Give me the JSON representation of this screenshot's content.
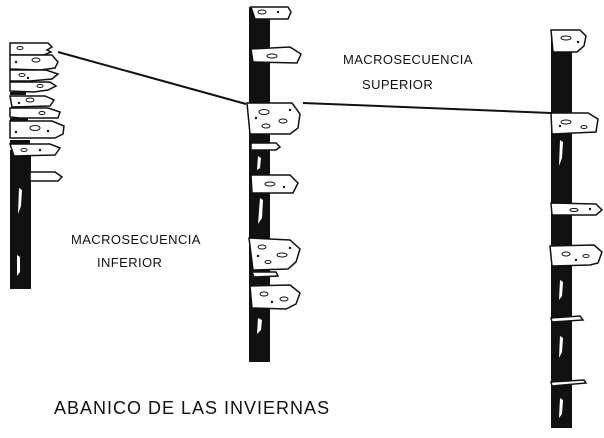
{
  "labels": {
    "upper_line1": "MACROSECUENCIA",
    "upper_line2": "SUPERIOR",
    "lower_line1": "MACROSECUENCIA",
    "lower_line2": "INFERIOR"
  },
  "caption": "ABANICO DE LAS INVIERNAS",
  "colors": {
    "ink": "#111111",
    "paper": "#ffffff"
  }
}
